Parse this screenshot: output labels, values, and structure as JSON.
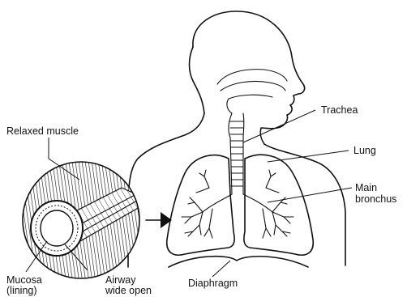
{
  "labels": {
    "trachea": "Trachea",
    "lung": "Lung",
    "main_bronchus_line1": "Main",
    "main_bronchus_line2": "bronchus",
    "relaxed_muscle": "Relaxed muscle",
    "mucosa_line1": "Mucosa",
    "mucosa_line2": "(lining)",
    "airway_line1": "Airway",
    "airway_line2": "wide open",
    "diaphragm": "Diaphragm"
  },
  "colors": {
    "ink": "#111111",
    "background": "#ffffff"
  },
  "icons": {
    "pointer": "arrow-right-icon",
    "inset": "magnified-airway-icon"
  }
}
